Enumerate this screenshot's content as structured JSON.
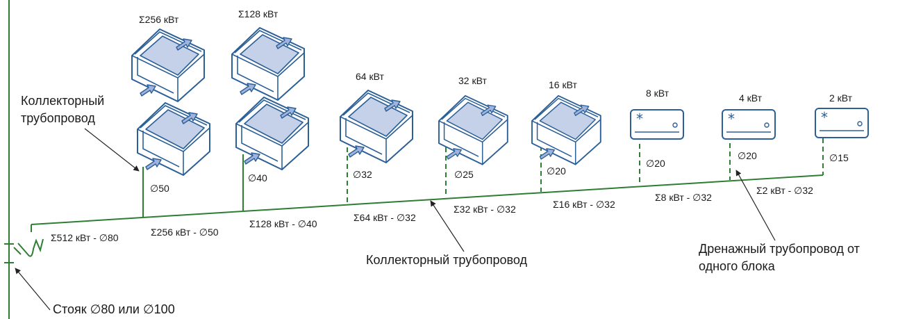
{
  "units": [
    {
      "id": "u256",
      "capacity": "Σ256 кВт",
      "type": "cassette-double"
    },
    {
      "id": "u128",
      "capacity": "Σ128 кВт",
      "type": "cassette-double"
    },
    {
      "id": "u64",
      "capacity": "64 кВт",
      "type": "cassette"
    },
    {
      "id": "u32",
      "capacity": "32 кВт",
      "type": "cassette"
    },
    {
      "id": "u16",
      "capacity": "16 кВт",
      "type": "cassette"
    },
    {
      "id": "u8",
      "capacity": "8 кВт",
      "type": "wall"
    },
    {
      "id": "u4",
      "capacity": "4 кВт",
      "type": "wall"
    },
    {
      "id": "u2",
      "capacity": "2 кВт",
      "type": "wall"
    }
  ],
  "branch_diameters": [
    "∅50",
    "∅40",
    "∅32",
    "∅25",
    "∅20",
    "∅20",
    "∅20",
    "∅15"
  ],
  "segments": [
    "Σ512 кВт - ∅80",
    "Σ256 кВт - ∅50",
    "Σ128 кВт - ∅40",
    "Σ64 кВт - ∅32",
    "Σ32 кВт - ∅32",
    "Σ16 кВт - ∅32",
    "Σ8 кВт - ∅32",
    "Σ2 кВт - ∅32"
  ],
  "labels": {
    "collector_top_line1": "Коллекторный",
    "collector_top_line2": "трубопровод",
    "collector_bottom": "Коллекторный трубопровод",
    "drain_line1": "Дренажный трубопровод от",
    "drain_line2": "одного блока",
    "riser": "Стояк ∅80 или ∅100"
  },
  "colors": {
    "pipe": "#2e7d32",
    "unit_outline": "#2b5f97",
    "unit_fill": "#c5d1e8",
    "text": "#1a1a1a"
  }
}
